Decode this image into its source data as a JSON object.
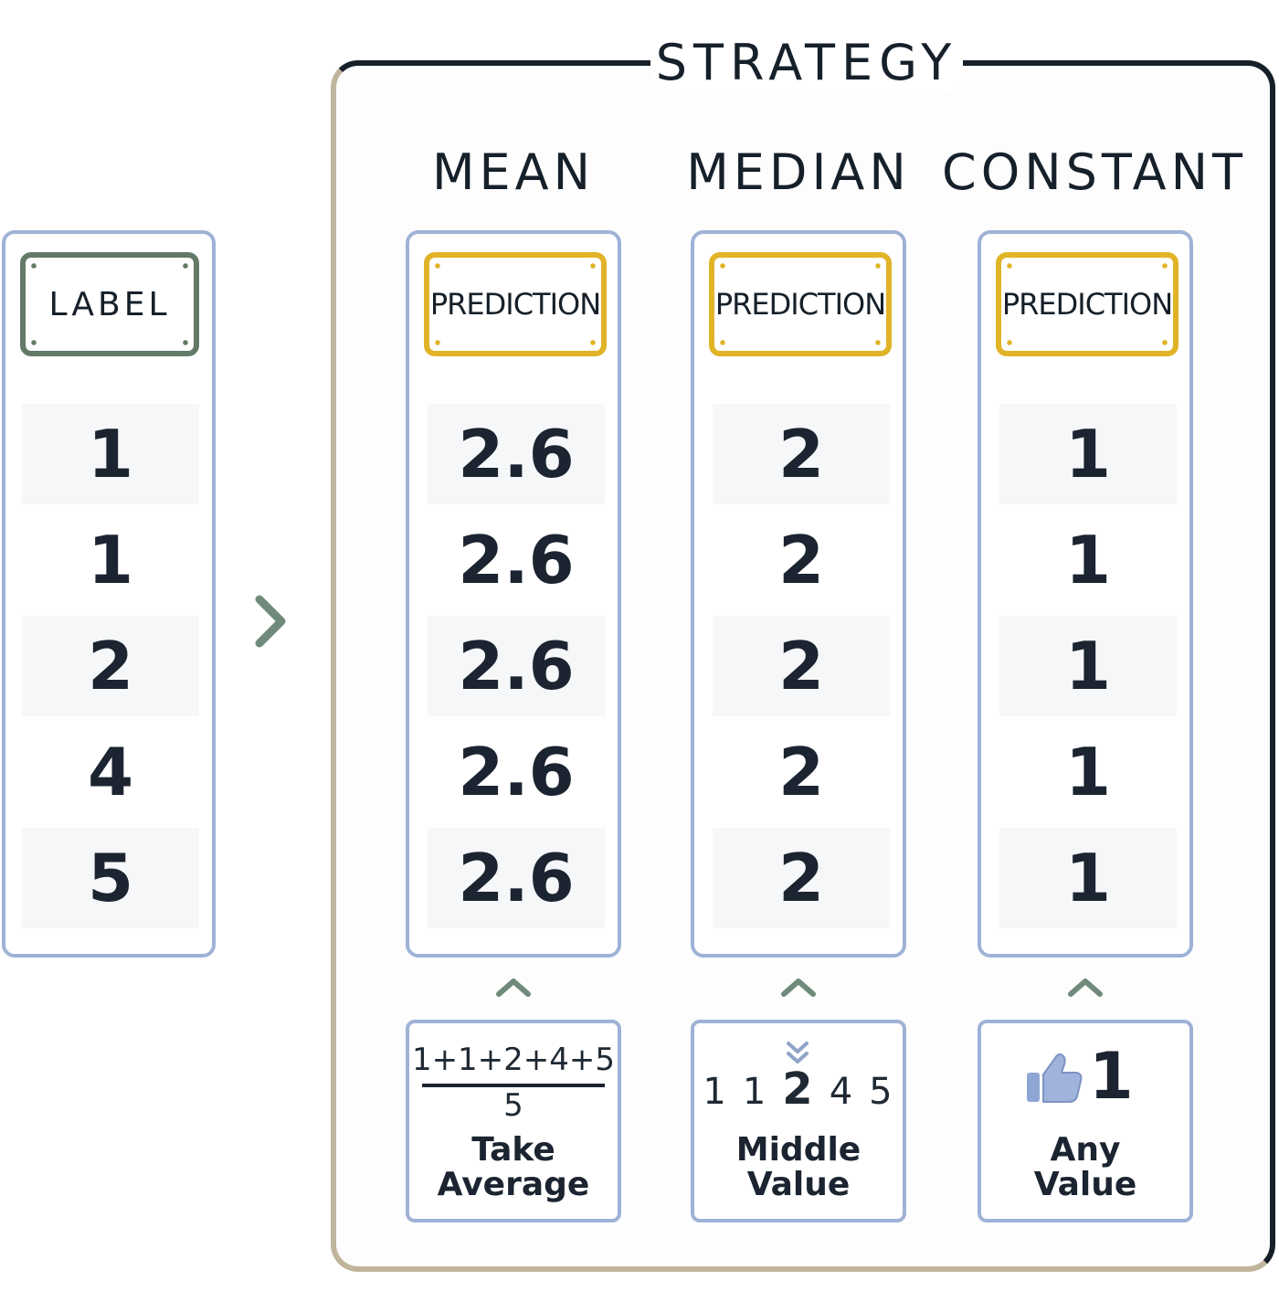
{
  "strategy_title": "STRATEGY",
  "label_column": {
    "tag": "LABEL",
    "values": [
      "1",
      "1",
      "2",
      "4",
      "5"
    ]
  },
  "strategies": [
    {
      "name": "MEAN",
      "tag": "PREDICTION",
      "values": [
        "2.6",
        "2.6",
        "2.6",
        "2.6",
        "2.6"
      ],
      "formula_numerator": "1+1+2+4+5",
      "formula_denominator": "5",
      "caption_line1": "Take",
      "caption_line2": "Average"
    },
    {
      "name": "MEDIAN",
      "tag": "PREDICTION",
      "values": [
        "2",
        "2",
        "2",
        "2",
        "2"
      ],
      "sequence": [
        "1",
        "1",
        "2",
        "4",
        "5"
      ],
      "caption_line1": "Middle",
      "caption_line2": "Value"
    },
    {
      "name": "CONSTANT",
      "tag": "PREDICTION",
      "values": [
        "1",
        "1",
        "1",
        "1",
        "1"
      ],
      "chosen_value": "1",
      "caption_line1": "Any",
      "caption_line2": "Value"
    }
  ],
  "colors": {
    "column_border": "#9fb2d6",
    "label_tag": "#627a66",
    "prediction_tag": "#e1b327",
    "frame_top": "#16202a",
    "frame_bottom": "#c0b59c",
    "arrow": "#6f8a7a"
  },
  "icons": {
    "side_arrow": "chevron-right-icon",
    "up_arrow": "chevron-up-icon",
    "median_marker": "double-chevron-down-icon",
    "constant_marker": "thumbs-up-icon"
  }
}
